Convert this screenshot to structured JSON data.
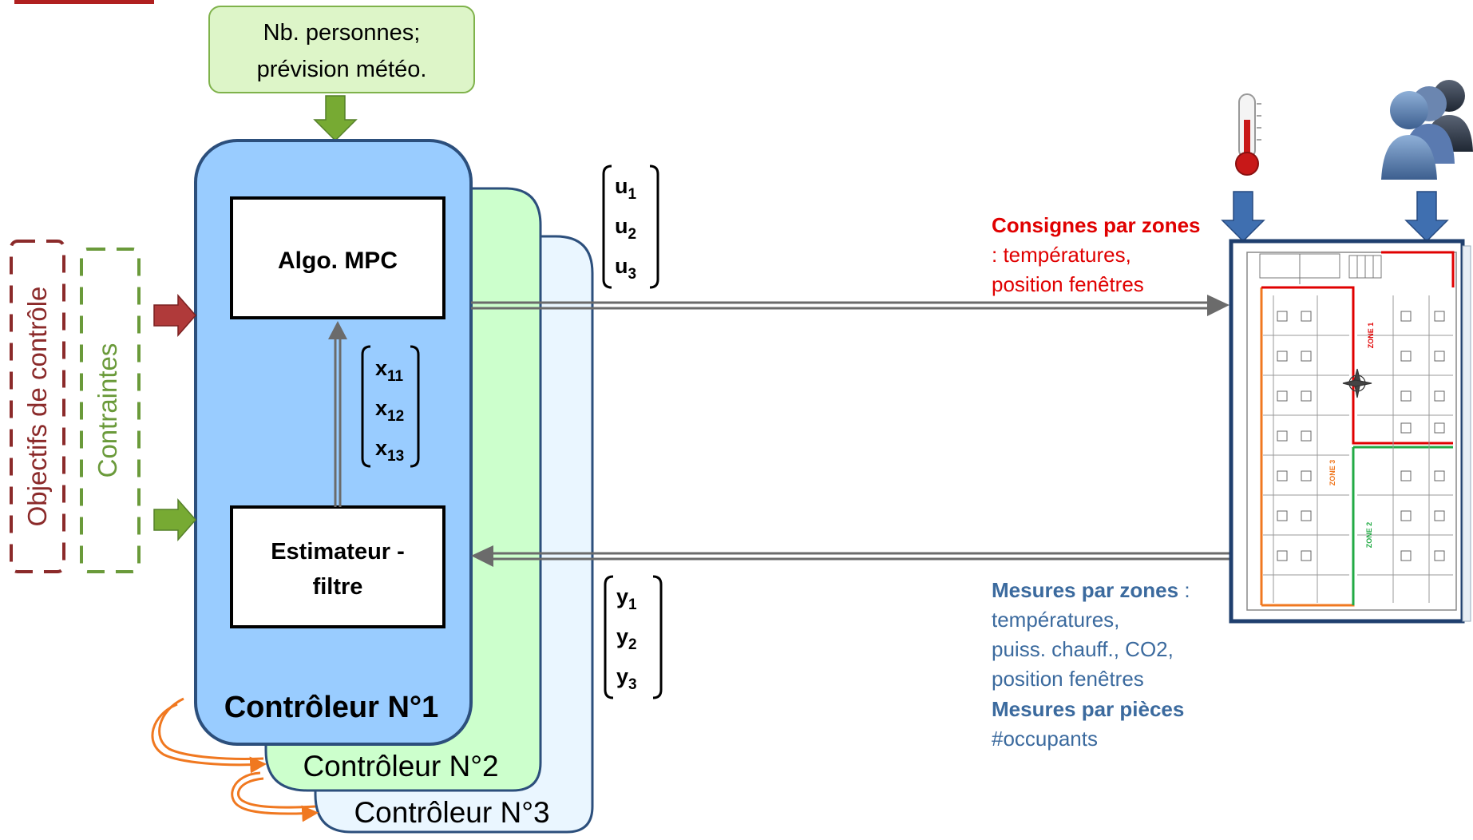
{
  "top_input": {
    "line1": "Nb. personnes;",
    "line2": "prévision météo."
  },
  "left_inputs": {
    "objectives": "Objectifs de contrôle",
    "constraints": "Contraintes"
  },
  "controllers": [
    {
      "label": "Contrôleur N°1"
    },
    {
      "label": "Contrôleur N°2"
    },
    {
      "label": "Contrôleur N°3"
    }
  ],
  "blocks": {
    "mpc": "Algo. MPC",
    "estimator_line1": "Estimateur -",
    "estimator_line2": "filtre"
  },
  "vectors": {
    "u": [
      {
        "base": "u",
        "sub": "1"
      },
      {
        "base": "u",
        "sub": "2"
      },
      {
        "base": "u",
        "sub": "3"
      }
    ],
    "x": [
      {
        "base": "x",
        "sub": "11"
      },
      {
        "base": "x",
        "sub": "12"
      },
      {
        "base": "x",
        "sub": "13"
      }
    ],
    "y": [
      {
        "base": "y",
        "sub": "1"
      },
      {
        "base": "y",
        "sub": "2"
      },
      {
        "base": "y",
        "sub": "3"
      }
    ]
  },
  "outputs": {
    "consignes_title": "Consignes par zones",
    "consignes_line1": ": températures,",
    "consignes_line2": "position fenêtres",
    "mesures_title": "Mesures par zones",
    "mesures_colon": " :",
    "mesures_line1": "températures,",
    "mesures_line2": "puiss. chauff., CO2,",
    "mesures_line3": "position fenêtres",
    "pieces_title": "Mesures par pièces",
    "pieces_line1": "#occupants"
  },
  "floorplan": {
    "zone1": "ZONE 1",
    "zone2": "ZONE 2",
    "zone3": "ZONE 3"
  },
  "colors": {
    "controller1": "#99CCFF",
    "controller2": "#CCFFCC",
    "controller3": "#EAF6FF",
    "controller_border": "#2C4F7C",
    "green_arrow": "#77AA33",
    "red_arrow": "#B03A3A",
    "blue_arrow": "#3F6FB0",
    "orange": "#F07820",
    "consignes_red": "#E00000",
    "mesures_blue": "#3B6A9E",
    "objectives_dark_red": "#8B2A2A",
    "constraints_green": "#6A9A3A",
    "top_box_fill": "#DDF5C8",
    "top_box_border": "#7FB24B"
  }
}
